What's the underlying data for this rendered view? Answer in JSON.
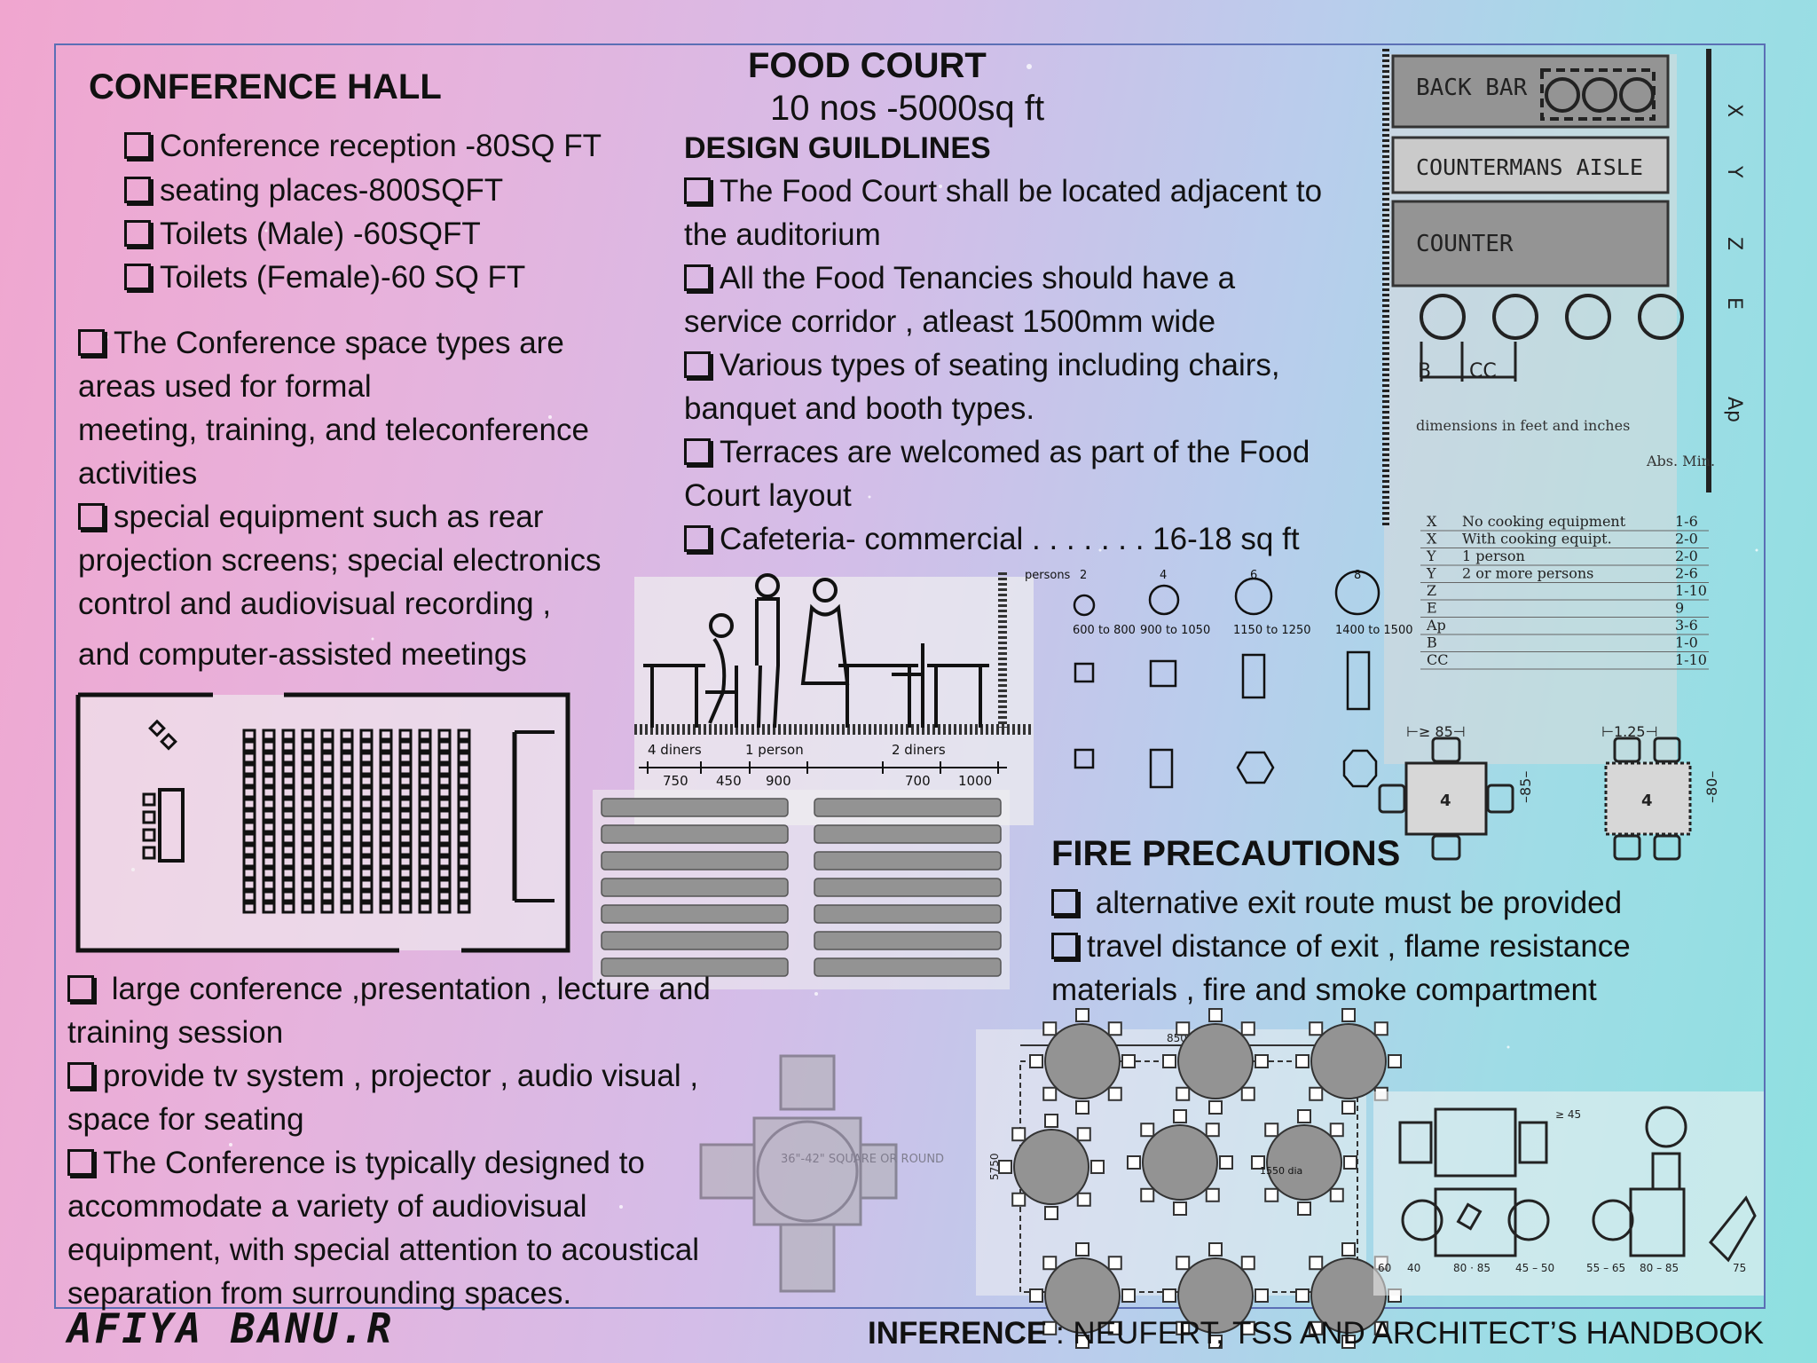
{
  "conference_hall": {
    "title": "CONFERENCE HALL",
    "rooms": [
      "Conference reception   -80SQ FT",
      "seating places-800SQFT",
      "Toilets (Male) -60SQFT",
      "Toilets (Female)-60 SQ FT"
    ],
    "para1_lines": [
      "The Conference space types are",
      "areas used for formal",
      "meeting, training, and teleconference",
      "activities"
    ],
    "para2_lines": [
      "special equipment such as rear",
      "projection screens; special electronics",
      "control and  audiovisual recording ,",
      "and computer-assisted meetings"
    ],
    "bottom_lines": [
      "large conference ,presentation , lecture and",
      "training session",
      "provide tv system , projector , audio visual ,",
      "space for seating",
      "The Conference is typically designed to",
      "accommodate a variety of audiovisual",
      "equipment, with special attention to acoustical",
      "separation from surrounding spaces."
    ]
  },
  "food_court": {
    "title": "FOOD COURT",
    "subtitle": "10 nos -5000sq ft",
    "guidelines_heading": "DESIGN GUILDLINES",
    "guideline_lines": [
      "The Food Court shall be located adjacent to",
      "the auditorium",
      "All the Food Tenancies should have a",
      "service corridor ,  atleast  1500mm wide",
      "Various types of seating including chairs,",
      "banquet and booth types.",
      "Terraces are welcomed as part of the Food",
      "Court layout",
      "Cafeteria- commercial . . . . . . . 16-18 sq ft"
    ]
  },
  "fire": {
    "title": "FIRE PRECAUTIONS",
    "lines": [
      "alternative exit route must be provided",
      "travel distance of exit , flame resistance",
      "materials , fire and smoke compartment"
    ]
  },
  "diagram_labels": {
    "back_bar": "BACK BAR",
    "countermans_aisle": "COUNTERMANS AISLE",
    "counter": "COUNTER",
    "dims_note": "dimensions in feet and inches",
    "abs_min": "Abs. Min.",
    "table_rows": [
      [
        "X",
        "No cooking equipment",
        "1-6"
      ],
      [
        "X",
        "With cooking equipt.",
        "2-0"
      ],
      [
        "Y",
        "1 person",
        "2-0"
      ],
      [
        "Y",
        "2 or more persons",
        "2-6"
      ],
      [
        "Z",
        "",
        "1-10"
      ],
      [
        "E",
        "",
        "9"
      ],
      [
        "Ap",
        "",
        "3-6"
      ],
      [
        "B",
        "",
        "1-0"
      ],
      [
        "CC",
        "",
        "1-10"
      ]
    ],
    "persons": "persons",
    "seat_counts": [
      "2",
      "4",
      "6",
      "8"
    ],
    "seat_dims": [
      "600 to 800",
      "900 to 1050",
      "1150 to 1250",
      "1400 to 1500"
    ],
    "diners_a": "4 diners",
    "diners_b": "1 person",
    "diners_c": "2 diners",
    "dim_row": [
      "750",
      "450",
      "900",
      "700",
      "1000"
    ],
    "plan_8500": "8500",
    "plan_5750": "5750",
    "plan_1550": "1550 dia",
    "square_note": "36\"-42\" SQUARE OR ROUND"
  },
  "footer": {
    "author": "AFIYA BANU.R",
    "inference_label": "INFERENCE",
    "inference_text": " : NEUFERT, TSS AND ARCHITECT’S HANDBOOK"
  },
  "colors": {
    "bg_left": "#f0a6cf",
    "bg_right": "#8ee0e0",
    "frame": "#5b6fb5"
  }
}
